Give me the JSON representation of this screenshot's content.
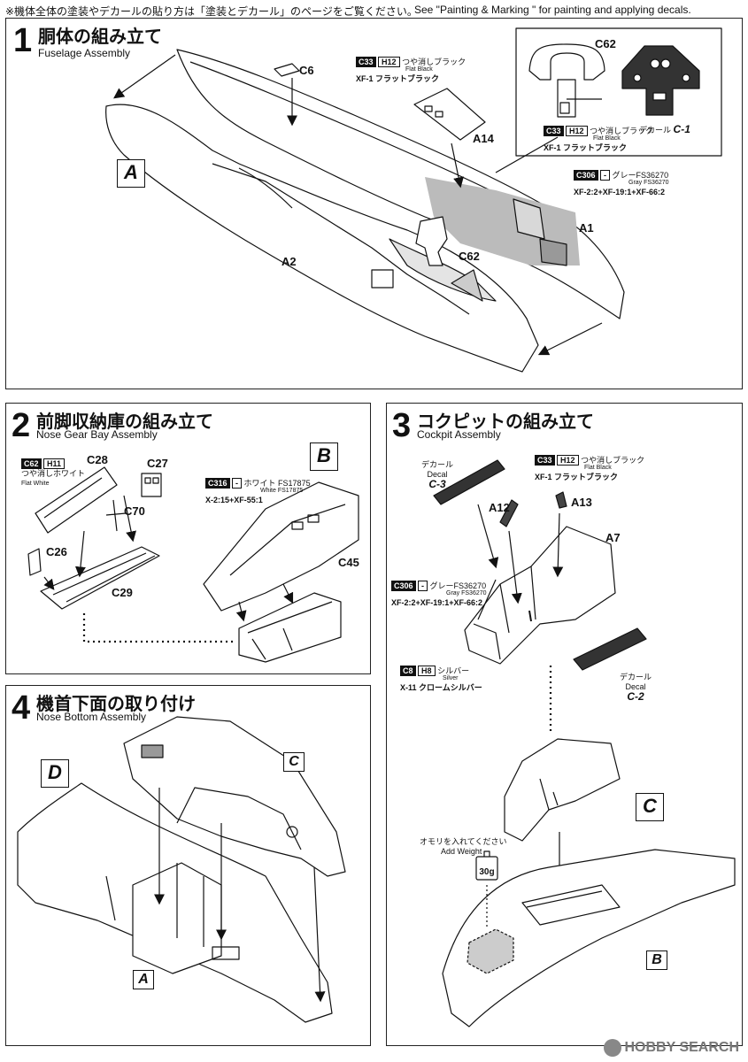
{
  "header": {
    "note_jp": "※機体全体の塗装やデカールの貼り方は「塗装とデカール」のページをご覧ください。",
    "note_en": "See \"Painting & Marking \" for painting and applying decals."
  },
  "steps": [
    {
      "num": "1",
      "jp": "胴体の組み立て",
      "en": "Fuselage Assembly"
    },
    {
      "num": "2",
      "jp": "前脚収納庫の組み立て",
      "en": "Nose Gear Bay Assembly"
    },
    {
      "num": "3",
      "jp": "コクピットの組み立て",
      "en": "Cockpit Assembly"
    },
    {
      "num": "4",
      "jp": "機首下面の取り付け",
      "en": "Nose Bottom Assembly"
    }
  ],
  "parts": {
    "c6": "C6",
    "a14": "A14",
    "c62": "C62",
    "a1": "A1",
    "a2": "A2",
    "c28": "C28",
    "c27": "C27",
    "c70": "C70",
    "c26": "C26",
    "c29": "C29",
    "c45": "C45",
    "a12": "A12",
    "a13": "A13",
    "a7": "A7"
  },
  "letters": {
    "A": "A",
    "B": "B",
    "C": "C",
    "D": "D"
  },
  "colors": {
    "c33_code": "C33",
    "c33_h": "H12",
    "c33_jp": "つや消しブラック",
    "c33_en": "Flat Black",
    "c33_mix": "XF-1 フラットブラック",
    "c306_code": "C306",
    "c306_h": "-",
    "c306_jp": "グレーFS36270",
    "c306_en": "Gray FS36270",
    "c306_mix": "XF-2:2+XF-19:1+XF-66:2",
    "c62_code": "C62",
    "c62_h": "H11",
    "c62_jp": "つや消しホワイト",
    "c62_en": "Flat White",
    "c316_code": "C316",
    "c316_h": "-",
    "c316_jp": "ホワイト FS17875",
    "c316_en": "White FS17875",
    "c316_mix": "X-2:15+XF-55:1",
    "c8_code": "C8",
    "c8_h": "H8",
    "c8_jp": "シルバー",
    "c8_en": "Silver",
    "c8_mix": "X-11 クロームシルバー"
  },
  "decals": {
    "decal_jp": "デカール",
    "decal_en": "Decal",
    "c1": "C-1",
    "c2": "C-2",
    "c3": "C-3"
  },
  "weight": {
    "jp": "オモリを入れてください",
    "en": "Add Weight",
    "value": "30g"
  },
  "watermark": "HOBBY SEARCH"
}
